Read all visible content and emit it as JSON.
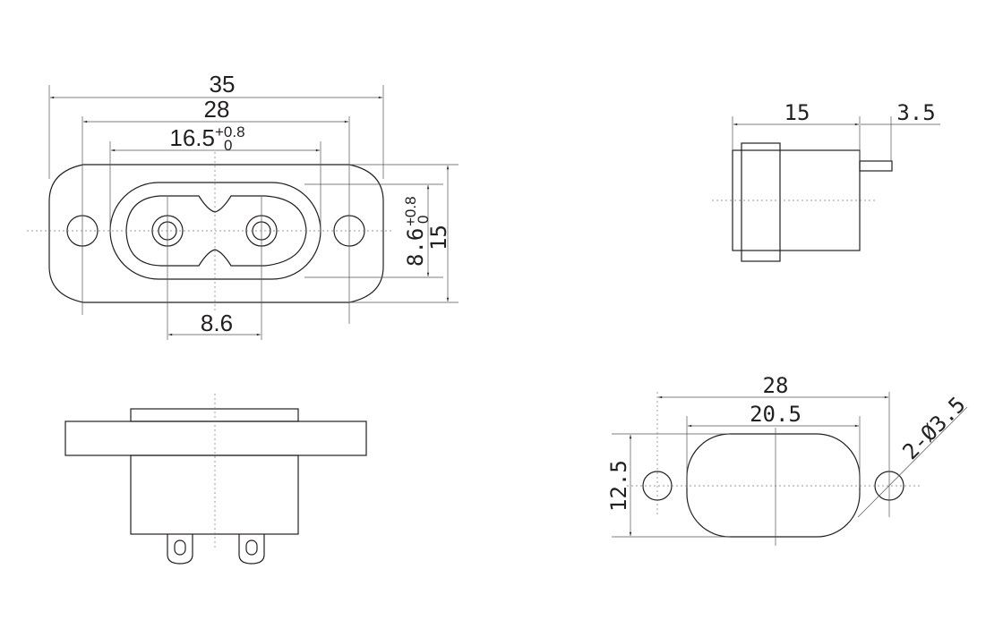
{
  "front_view": {
    "dim_overall_width": "35",
    "dim_mount_hole_spacing": "28",
    "dim_inlet_width": "16.5",
    "dim_inlet_width_tol_upper": "+0.8",
    "dim_inlet_width_tol_lower": "0",
    "dim_pin_spacing": "8.6",
    "dim_inlet_height": "8.6",
    "dim_inlet_height_tol_upper": "+0.8",
    "dim_inlet_height_tol_lower": "0",
    "dim_overall_height": "15"
  },
  "side_view": {
    "dim_body_depth": "15",
    "dim_pin_length": "3.5"
  },
  "panel_cutout": {
    "dim_hole_spacing": "28",
    "dim_cutout_width": "20.5",
    "dim_cutout_height": "12.5",
    "dim_hole_diameter": "2-Ø3.5"
  }
}
